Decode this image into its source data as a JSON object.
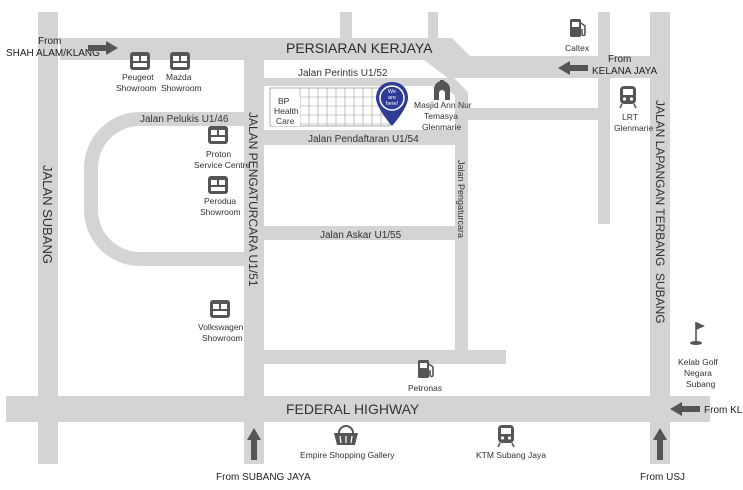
{
  "roads": {
    "persiaran_kerjaya": "PERSIARAN KERJAYA",
    "jalan_perintis": "Jalan Perintis U1/52",
    "jalan_pelukis": "Jalan Pelukis U1/46",
    "jalan_pendaftaran": "Jalan Pendaftaran U1/54",
    "jalan_askar": "Jalan Askar U1/55",
    "jalan_pengaturcara_u151": "JALAN PENGATURCARA U1/51",
    "jalan_pengaturcara": "Jalan Pengaturcara",
    "jalan_subang": "JALAN SUBANG",
    "jalan_lapangan_terbang": "JALAN LAPANGAN TERBANG  SUBANG",
    "federal_highway": "FEDERAL HIGHWAY"
  },
  "directions": {
    "shah_alam": "From SHAH ALAM/KLANG",
    "kelana_jaya_line1": "From",
    "kelana_jaya_line2": "KELANA JAYA",
    "kl": "From KL",
    "subang_jaya": "From SUBANG JAYA",
    "usj": "From USJ",
    "shah_alam_line1": "From",
    "shah_alam_line2": "SHAH ALAM/KLANG"
  },
  "pois": {
    "peugeot": [
      "Peugeot",
      "Showroom"
    ],
    "mazda": [
      "Mazda",
      "Showroom"
    ],
    "proton": [
      "Proton",
      "Service Centre"
    ],
    "perodua": [
      "Perodua",
      "Showroom"
    ],
    "volkswagen": [
      "Volkswagen",
      "Showroom"
    ],
    "bp": [
      "BP",
      "Health",
      "Care"
    ],
    "masjid": [
      "Masjid Ann Nur",
      "Temasya",
      "Glenmarie"
    ],
    "caltex": "Caltex",
    "lrt": [
      "LRT",
      "Glenmarie"
    ],
    "petronas": "Petronas",
    "empire": "Empire Shopping Gallery",
    "ktm": "KTM Subang Jaya",
    "golf": [
      "Kelab Golf",
      "Negara",
      "Subang"
    ],
    "marker": [
      "We",
      "are",
      "here!"
    ]
  },
  "colors": {
    "road": "#d4d4d4",
    "marker": "#2f3c96",
    "icon": "#555555",
    "text": "#333333",
    "arrow": "#555555"
  }
}
